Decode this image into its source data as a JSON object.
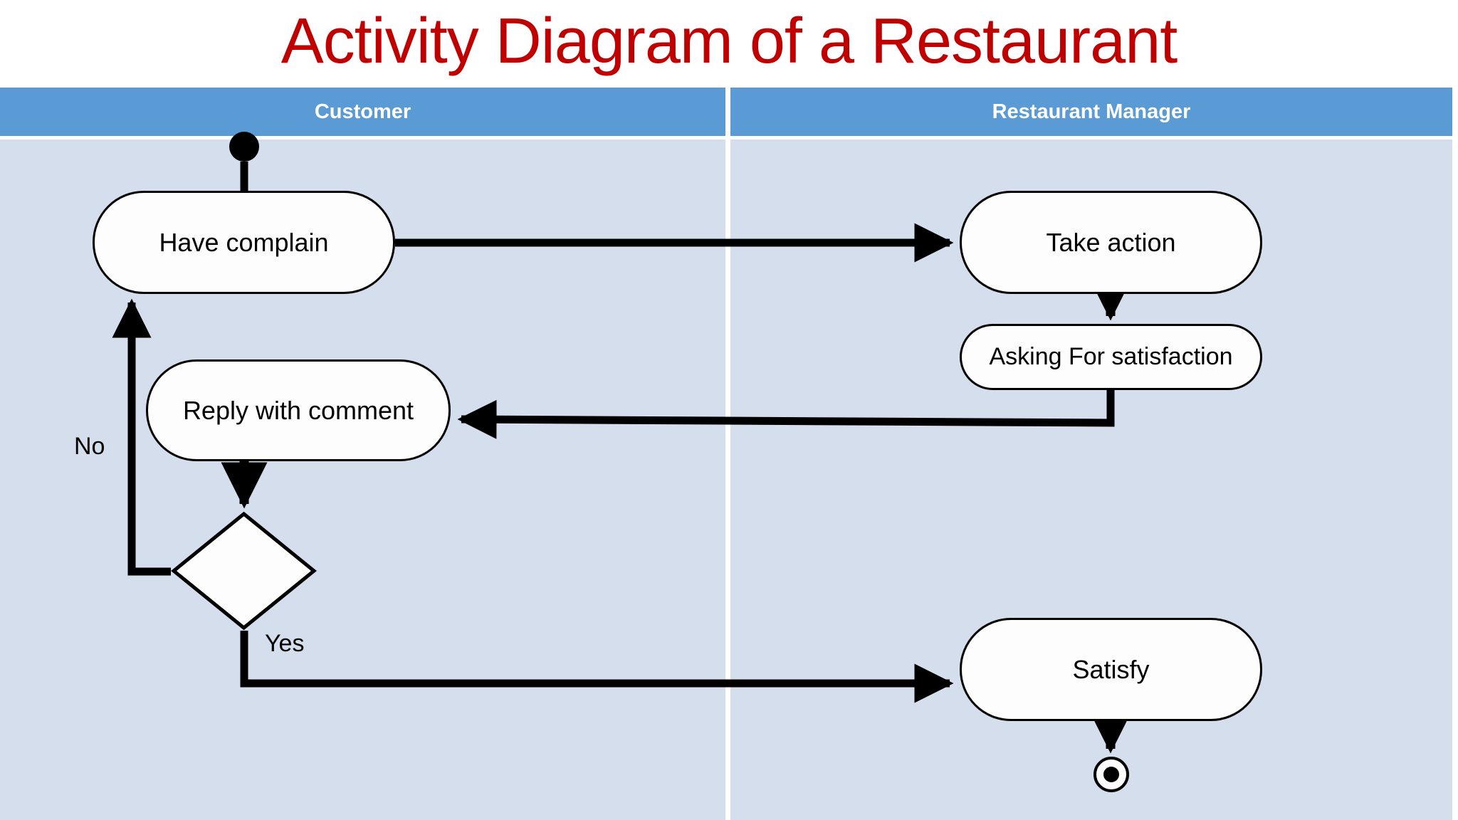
{
  "title": "Activity Diagram of a Restaurant",
  "colors": {
    "title": "#C00000",
    "lane_header_bg": "#5B9BD5",
    "lane_header_text": "#FFFFFF",
    "lane_body_bg": "#D4DEEC",
    "node_fill": "#FDFDFD",
    "node_stroke": "#000000",
    "edge_stroke": "#000000",
    "page_bg": "#FFFFFF"
  },
  "lanes": [
    {
      "id": "customer",
      "label": "Customer"
    },
    {
      "id": "manager",
      "label": "Restaurant Manager"
    }
  ],
  "nodes": {
    "start": {
      "type": "initial-node",
      "lane": "customer",
      "label": ""
    },
    "have_complain": {
      "type": "activity",
      "lane": "customer",
      "label": "Have complain"
    },
    "reply_with_comment": {
      "type": "activity",
      "lane": "customer",
      "label": "Reply with comment"
    },
    "decision": {
      "type": "decision",
      "lane": "customer",
      "label": ""
    },
    "take_action": {
      "type": "activity",
      "lane": "manager",
      "label": "Take action"
    },
    "asking_for_satisfaction": {
      "type": "activity",
      "lane": "manager",
      "label": "Asking For satisfaction"
    },
    "satisfy": {
      "type": "activity",
      "lane": "manager",
      "label": "Satisfy"
    },
    "end": {
      "type": "final-node",
      "lane": "manager",
      "label": ""
    }
  },
  "edges": [
    {
      "from": "start",
      "to": "have_complain",
      "label": ""
    },
    {
      "from": "have_complain",
      "to": "take_action",
      "label": ""
    },
    {
      "from": "take_action",
      "to": "asking_for_satisfaction",
      "label": ""
    },
    {
      "from": "asking_for_satisfaction",
      "to": "reply_with_comment",
      "label": ""
    },
    {
      "from": "reply_with_comment",
      "to": "decision",
      "label": ""
    },
    {
      "from": "decision",
      "to": "have_complain",
      "label": "No"
    },
    {
      "from": "decision",
      "to": "satisfy",
      "label": "Yes"
    },
    {
      "from": "satisfy",
      "to": "end",
      "label": ""
    }
  ],
  "edge_labels": {
    "no": "No",
    "yes": "Yes"
  },
  "chart_data": {
    "type": "diagram",
    "diagram_kind": "uml-activity-diagram",
    "title": "Activity Diagram of a Restaurant",
    "swimlanes": [
      "Customer",
      "Restaurant Manager"
    ],
    "nodes": [
      {
        "id": "start",
        "kind": "initial",
        "swimlane": "Customer",
        "text": ""
      },
      {
        "id": "have_complain",
        "kind": "action",
        "swimlane": "Customer",
        "text": "Have complain"
      },
      {
        "id": "reply_with_comment",
        "kind": "action",
        "swimlane": "Customer",
        "text": "Reply with comment"
      },
      {
        "id": "decision",
        "kind": "decision",
        "swimlane": "Customer",
        "text": ""
      },
      {
        "id": "take_action",
        "kind": "action",
        "swimlane": "Restaurant Manager",
        "text": "Take action"
      },
      {
        "id": "asking_for_satisfaction",
        "kind": "action",
        "swimlane": "Restaurant Manager",
        "text": "Asking For satisfaction"
      },
      {
        "id": "satisfy",
        "kind": "action",
        "swimlane": "Restaurant Manager",
        "text": "Satisfy"
      },
      {
        "id": "end",
        "kind": "final",
        "swimlane": "Restaurant Manager",
        "text": ""
      }
    ],
    "transitions": [
      {
        "source": "start",
        "target": "have_complain",
        "guard": ""
      },
      {
        "source": "have_complain",
        "target": "take_action",
        "guard": ""
      },
      {
        "source": "take_action",
        "target": "asking_for_satisfaction",
        "guard": ""
      },
      {
        "source": "asking_for_satisfaction",
        "target": "reply_with_comment",
        "guard": ""
      },
      {
        "source": "reply_with_comment",
        "target": "decision",
        "guard": ""
      },
      {
        "source": "decision",
        "target": "have_complain",
        "guard": "No"
      },
      {
        "source": "decision",
        "target": "satisfy",
        "guard": "Yes"
      },
      {
        "source": "satisfy",
        "target": "end",
        "guard": ""
      }
    ]
  }
}
